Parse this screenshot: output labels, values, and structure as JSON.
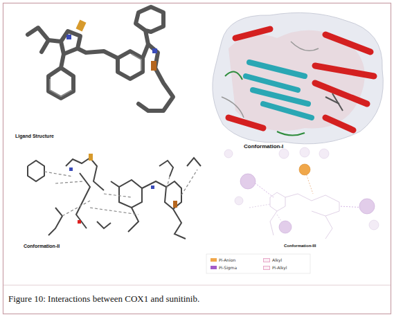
{
  "diagram": {
    "caption": "Figure 10: Interactions between COX1 and sunitinib.",
    "labels": [
      "Ligand Structure",
      "Conformation-I",
      "Conformation-II",
      "Conformation-III"
    ],
    "legend": [
      {
        "text": "Pi-Anion",
        "color": "#f0a74a"
      },
      {
        "text": "Pi-Sigma",
        "color": "#a45cc8"
      },
      {
        "text": "Alkyl"
      },
      {
        "text": "Pi-Alkyl"
      }
    ]
  }
}
